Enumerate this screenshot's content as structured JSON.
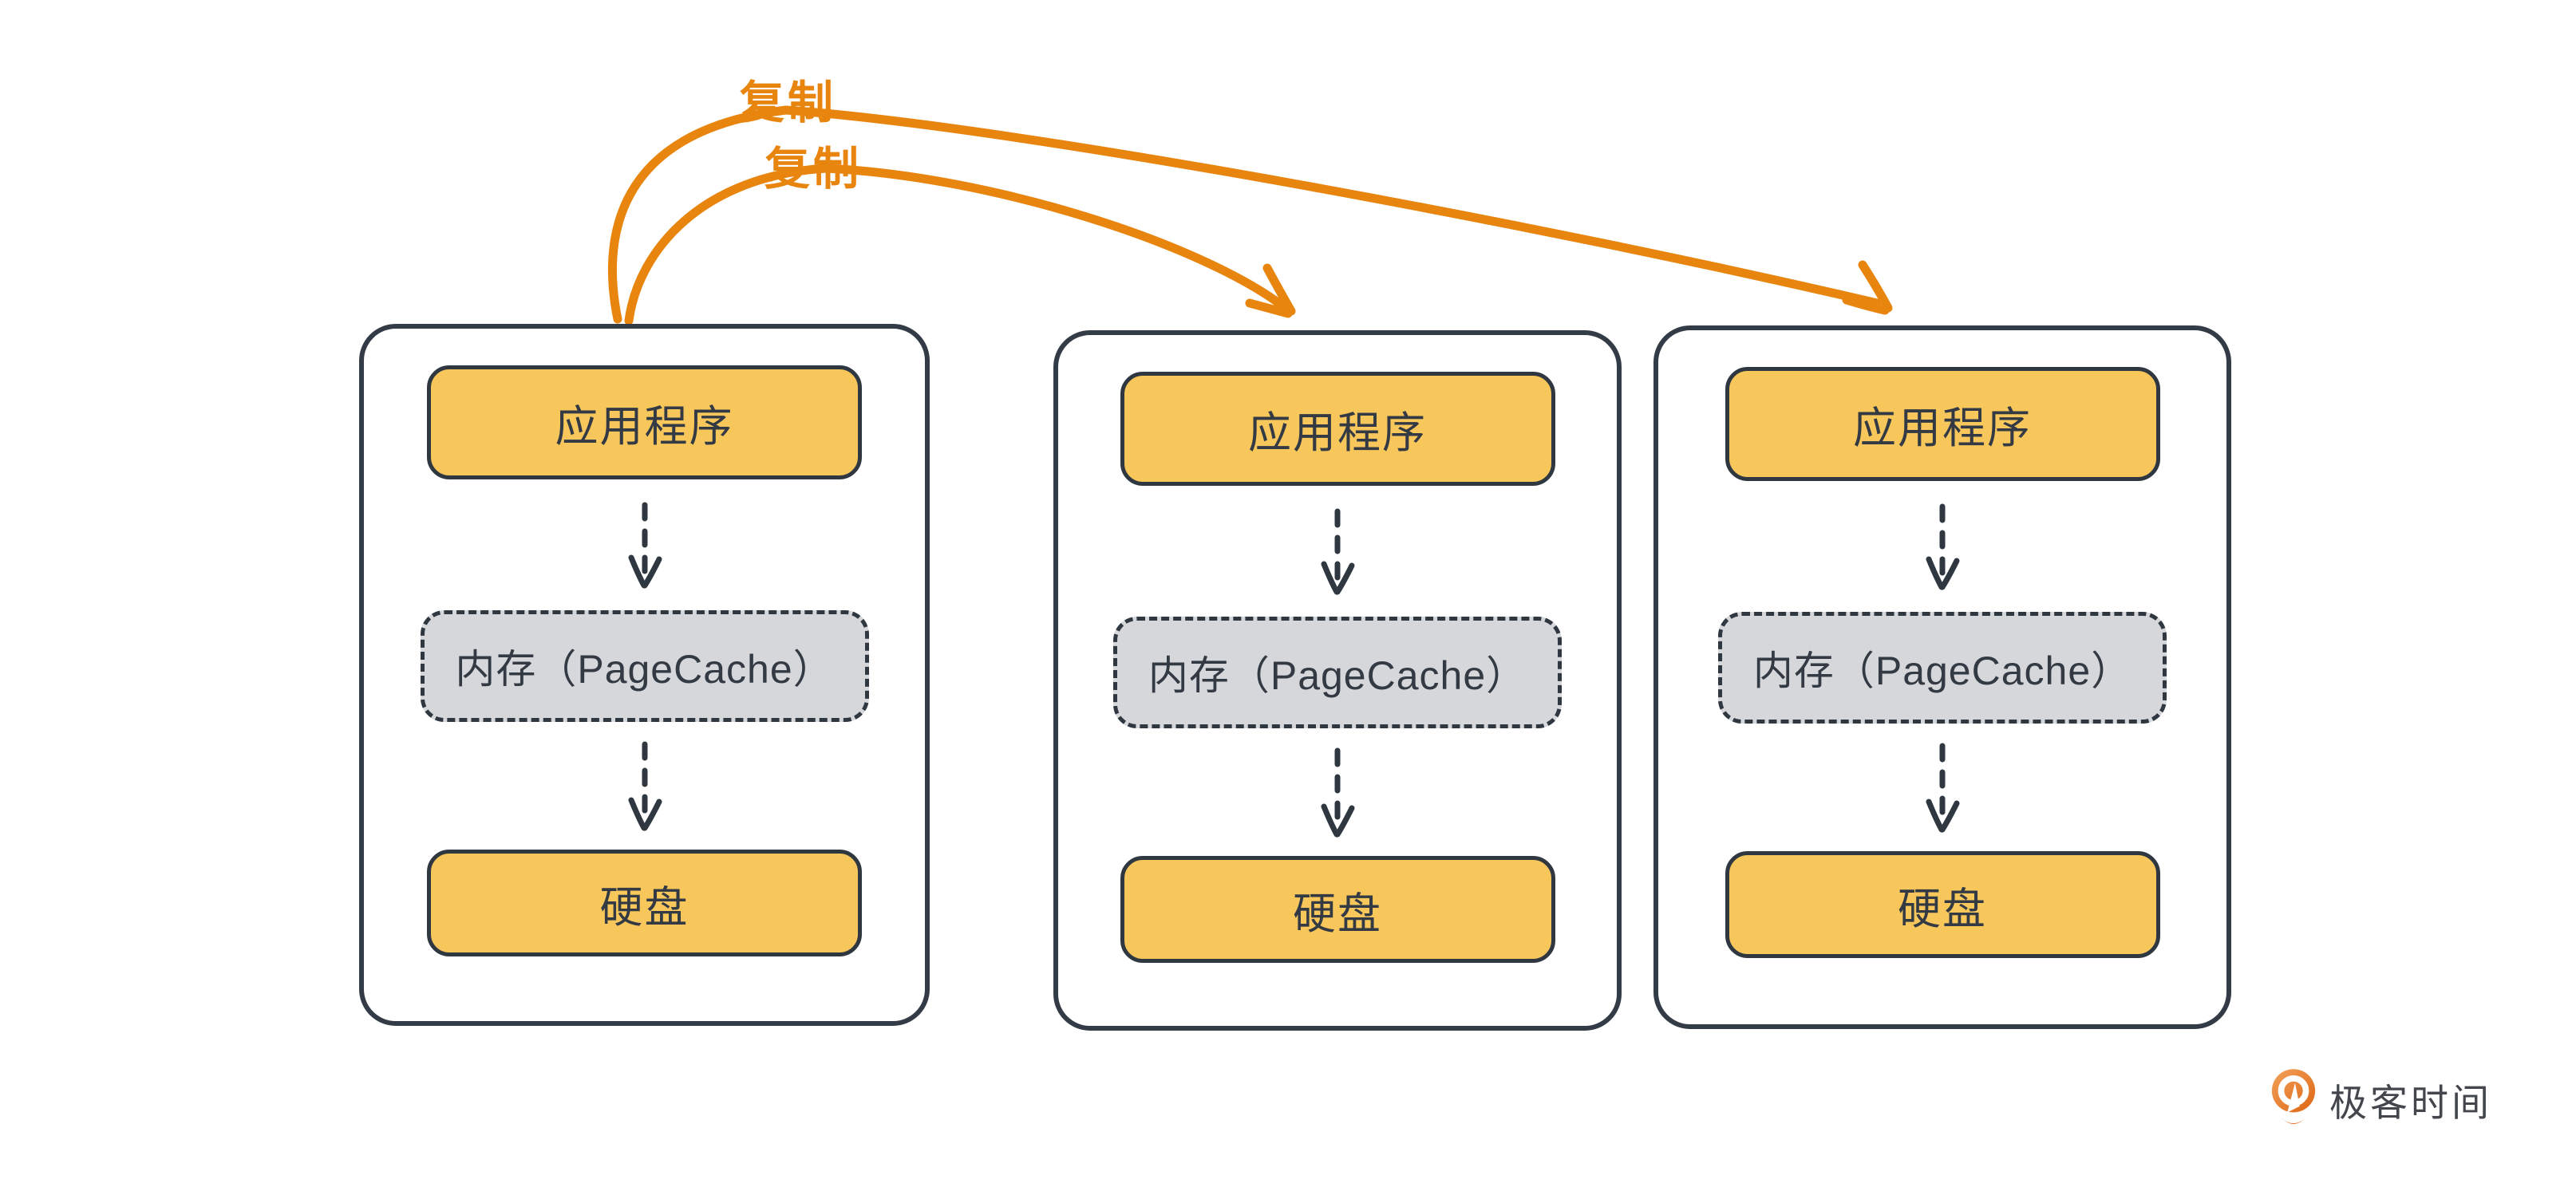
{
  "diagram": {
    "title_implied": "PageCache replication across nodes",
    "nodes": [
      {
        "app_label": "应用程序",
        "cache_label": "内存（PageCache）",
        "disk_label": "硬盘"
      },
      {
        "app_label": "应用程序",
        "cache_label": "内存（PageCache）",
        "disk_label": "硬盘"
      },
      {
        "app_label": "应用程序",
        "cache_label": "内存（PageCache）",
        "disk_label": "硬盘"
      }
    ],
    "copy_arrows": [
      {
        "label": "复制",
        "from": "node-1",
        "to": "node-2"
      },
      {
        "label": "复制",
        "from": "node-1",
        "to": "node-3"
      }
    ],
    "colors": {
      "arrow_orange": "#E8850F",
      "box_yellow": "#F7C75B",
      "cache_gray": "#D5D7DA",
      "stroke_dark": "#2F3741",
      "text_dark": "#333A44",
      "background": "#FFFFFF"
    }
  },
  "logo": {
    "text": "极客时间",
    "icon": "geektime-pin-icon"
  }
}
